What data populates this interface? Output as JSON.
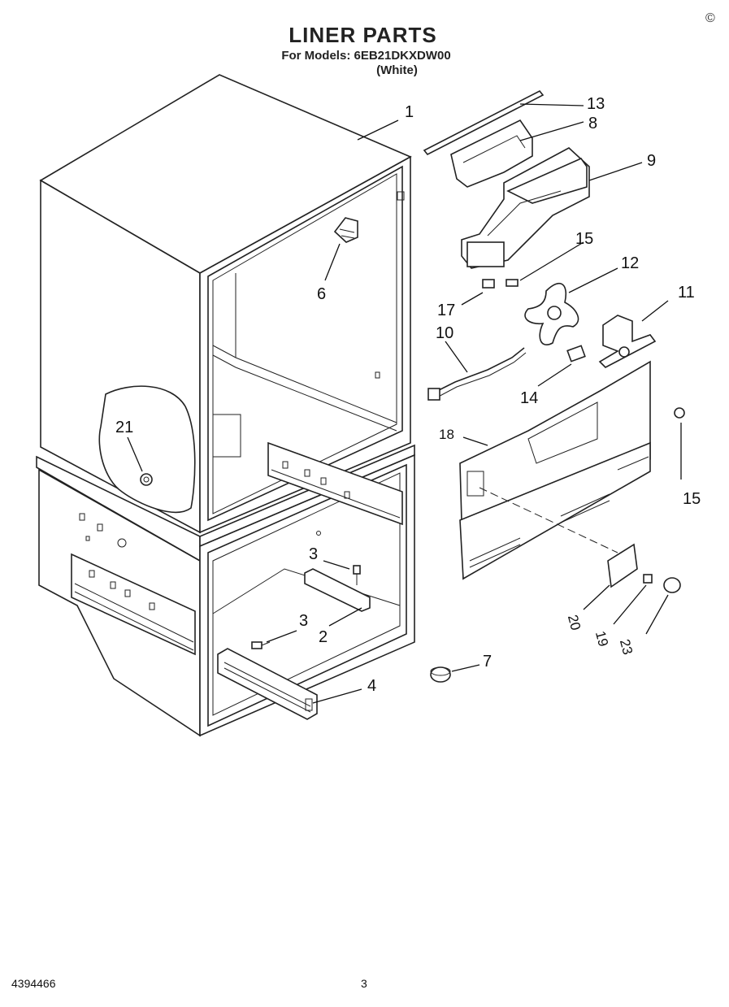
{
  "header": {
    "title": "LINER PARTS",
    "model_line": "For Models: 6EB21DKXDW00",
    "color": "(White)",
    "corner_mark": "©"
  },
  "footer": {
    "document_number": "4394466",
    "page_number": "3"
  },
  "callouts": [
    "1",
    "2",
    "3",
    "3",
    "4",
    "6",
    "7",
    "8",
    "9",
    "10",
    "11",
    "12",
    "13",
    "14",
    "15",
    "15",
    "17",
    "18",
    "19",
    "20",
    "21",
    "23"
  ]
}
